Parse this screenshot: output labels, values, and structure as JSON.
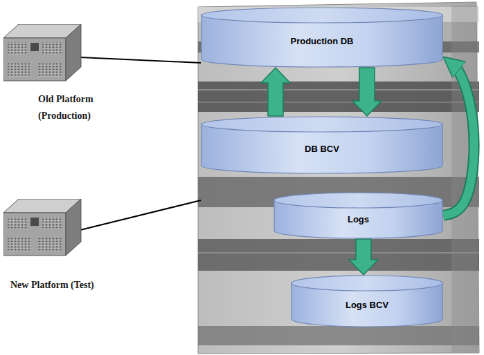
{
  "diagram": {
    "nodes": [
      {
        "text": [
          "Old Platform (Production)"
        ]
      },
      {
        "text": [
          "Production DB"
        ]
      },
      {
        "text": [
          "DB BCV"
        ]
      },
      {
        "text": [
          "New Platform (Test)"
        ]
      },
      {
        "text": [
          "Logs"
        ]
      },
      {
        "text": [
          "Logs BCV"
        ]
      }
    ],
    "edges": [
      {
        "from": 0,
        "to": 1,
        "arrow": "none"
      },
      {
        "from": 2,
        "to": 1,
        "arrow": "to"
      },
      {
        "from": 1,
        "to": 2,
        "arrow": "to"
      },
      {
        "from": 4,
        "to": 1,
        "arrow": "to"
      },
      {
        "from": 4,
        "to": 5,
        "arrow": "to"
      }
    ]
  }
}
